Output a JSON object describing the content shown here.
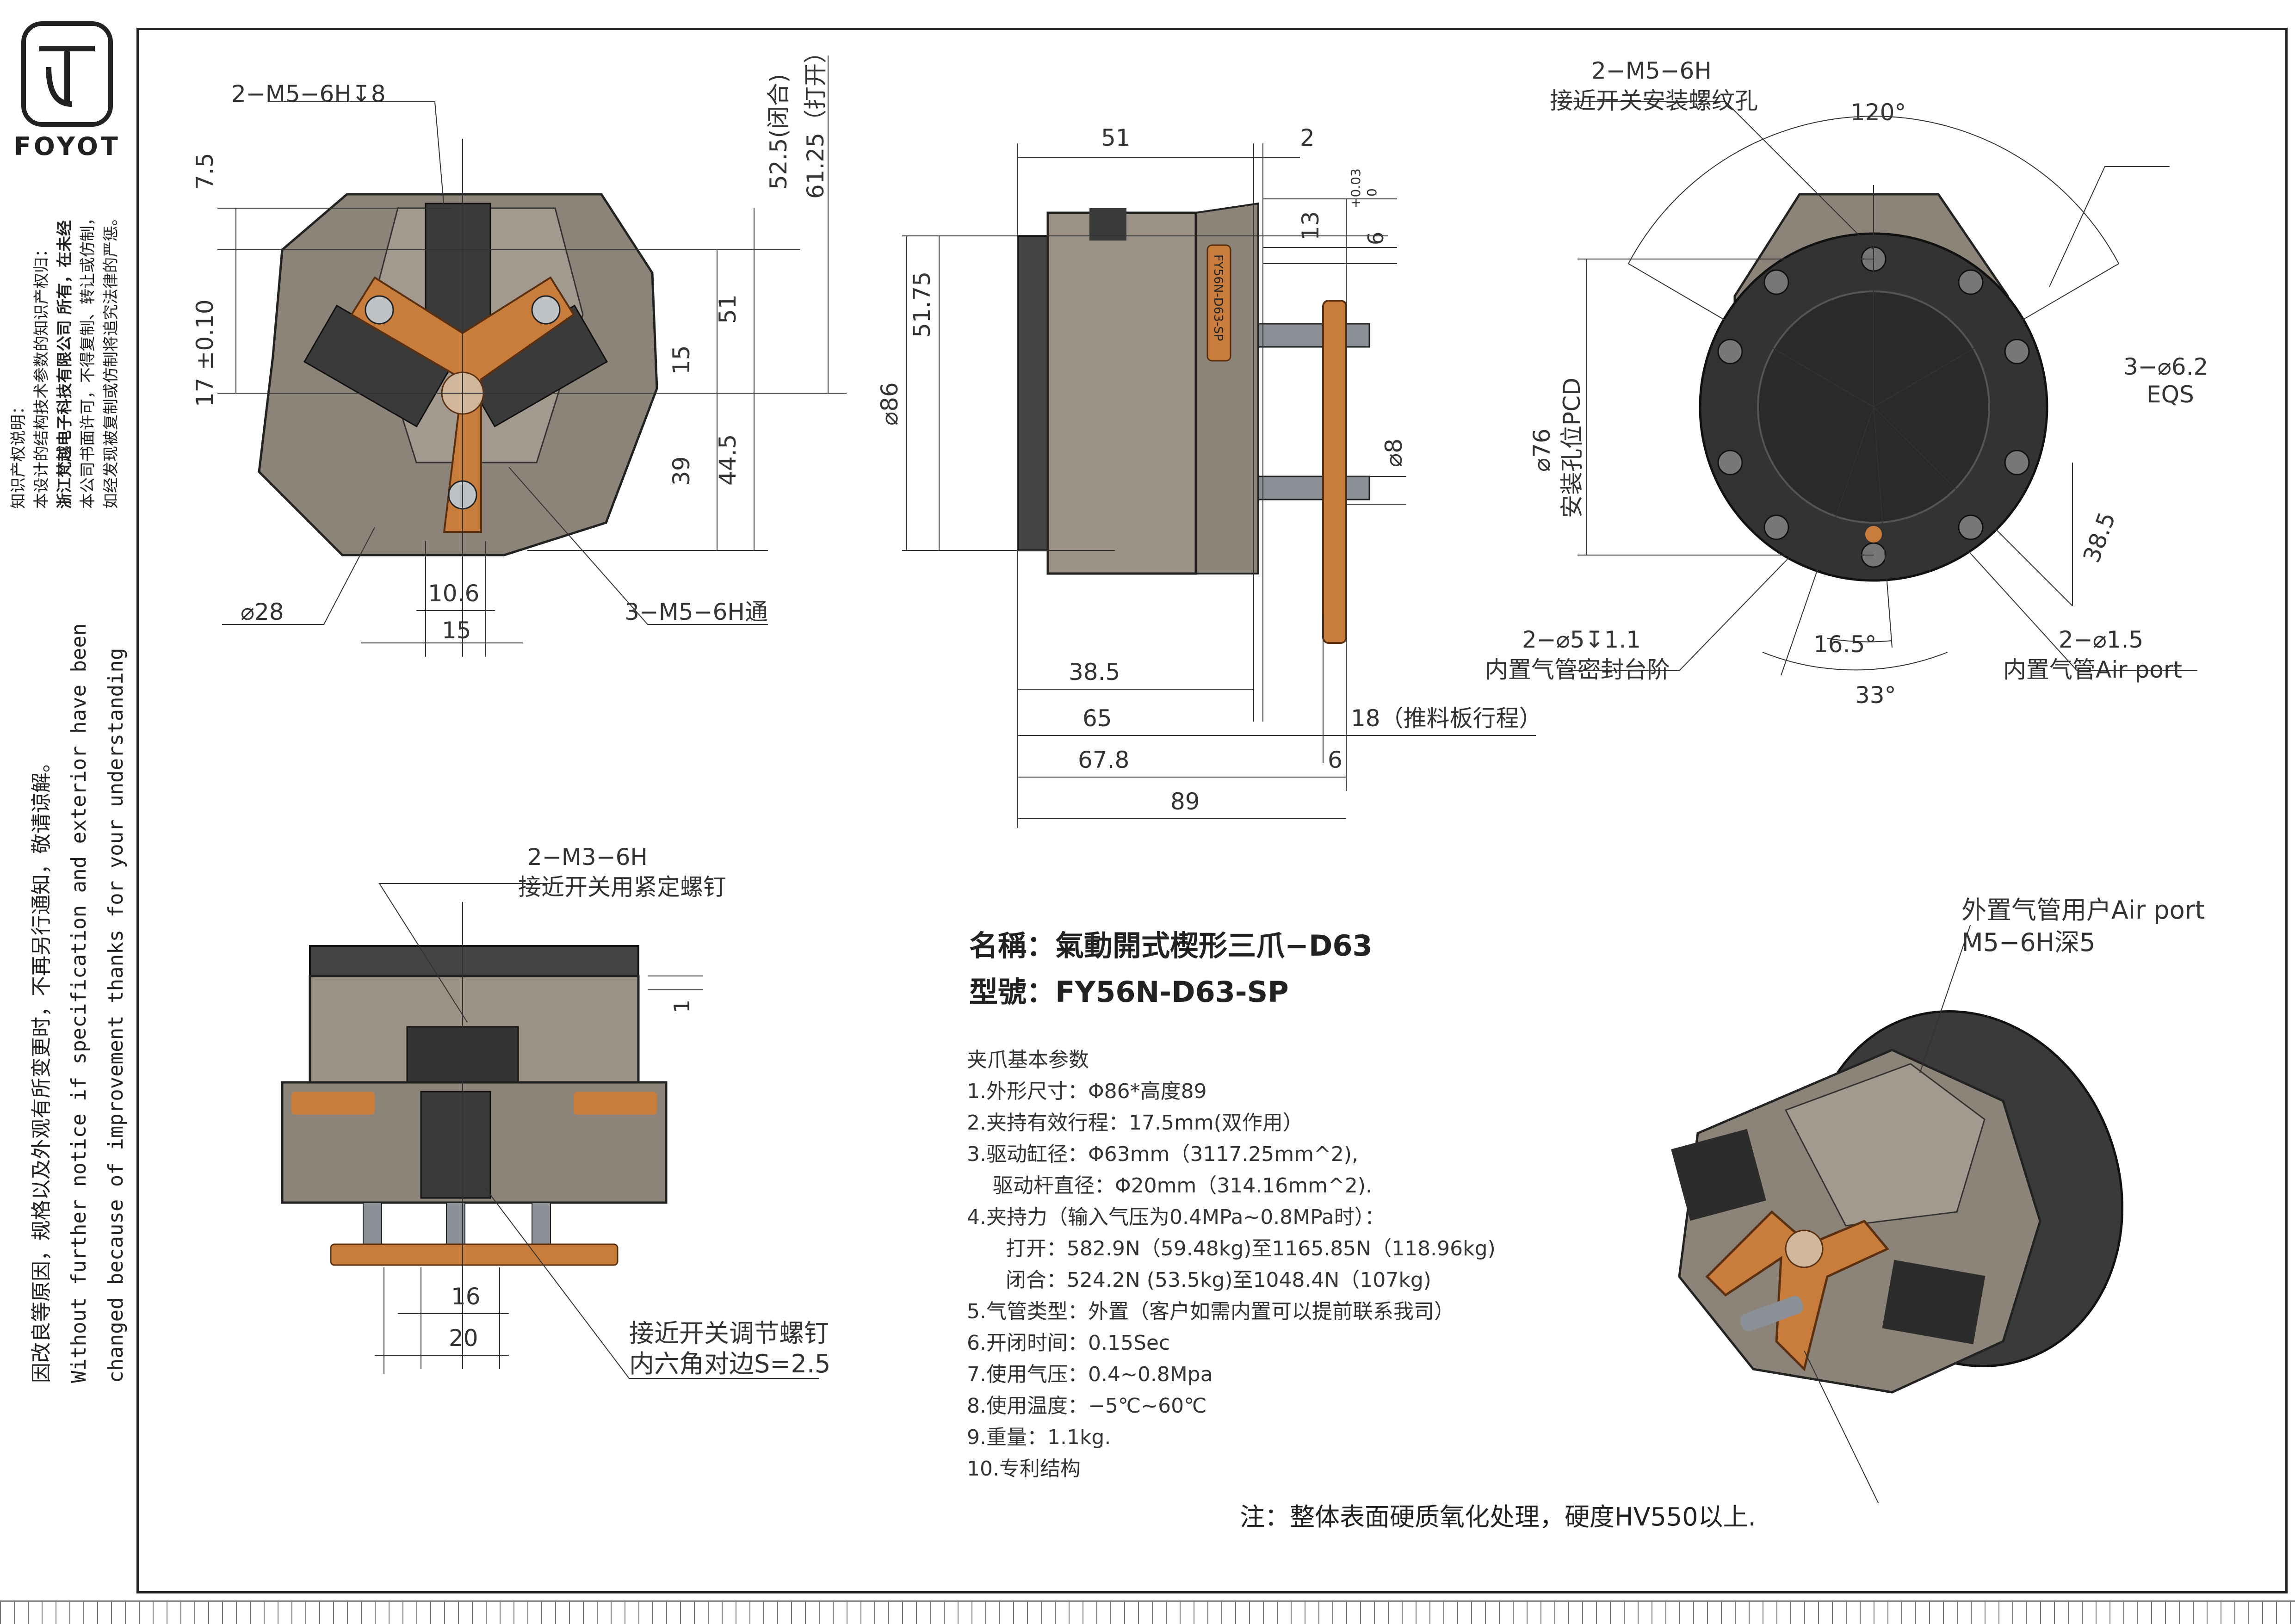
{
  "brand": {
    "logo_text": "FOYOT"
  },
  "side_notes": {
    "ip_title": "知识产权说明：",
    "ip_lines": [
      "本设计的结构技术参数的知识产权归：",
      "浙江梵越电子科技有限公司 所有，在未经",
      "本公司书面许可，不得复制、转让或仿制，",
      "如经发现被复制或仿制将追究法律的严惩。"
    ],
    "notice_cn": "因改良等原因，规格以及外观有所变更时，不再另行通知，敬请谅解。",
    "notice_en_1": "Without further  notice if specification and exterior have been",
    "notice_en_2": "changed because of improvement thanks for your understanding"
  },
  "front_view": {
    "thread_top": "2−M5−6H↧8",
    "dim_7_5": "7.5",
    "dim_17": "17  ±0.10",
    "dim_15_right": "15",
    "dim_39": "39",
    "dim_51": "51",
    "dim_44_5": "44.5",
    "dim_52_5": "52.5(闭合)",
    "dim_61_25": "61.25（打开）",
    "dim_phi28": "⌀28",
    "dim_10_6": "10.6",
    "dim_15_bottom": "15",
    "thread_bottom": "3−M5−6H通"
  },
  "side_view": {
    "dim_51": "51",
    "dim_2": "2",
    "dim_13": "13",
    "dim_6_tol": "6",
    "tol_upper": "+0.03",
    "tol_lower": "0",
    "dim_51_75": "51.75",
    "dim_phi86": "⌀86",
    "dim_phi8": "⌀8",
    "dim_38_5": "38.5",
    "dim_65": "65",
    "dim_18": "18（推料板行程）",
    "dim_67_8": "67.8",
    "dim_6": "6",
    "dim_89": "89",
    "plate_label": "FY56N-D63-SP"
  },
  "back_view": {
    "thread_label_1": "2−M5−6H",
    "thread_label_2": "接近开关安装螺纹孔",
    "angle_120": "120°",
    "pcd_1": "⌀76",
    "pcd_2": "安装孔位PCD",
    "holes_1": "3−⌀6.2",
    "holes_2": "EQS",
    "dim_38_5": "38.5",
    "seal_1": "2−⌀5↧1.1",
    "seal_2": "内置气管密封台阶",
    "angle_16_5": "16.5°",
    "angle_33": "33°",
    "air_1": "2−⌀1.5",
    "air_2": "内置气管Air  port"
  },
  "bottom_view": {
    "thread_1": "2−M3−6H",
    "thread_2": "接近开关用紧定螺钉",
    "dim_1": "1",
    "dim_16": "16",
    "dim_20": "20",
    "adj_1": "接近开关调节螺钉",
    "adj_2": "内六角对边S=2.5"
  },
  "iso_view": {
    "port_1": "外置气管用户Air  port",
    "port_2": "M5−6H深5"
  },
  "title": {
    "name": "名稱：氣動開式楔形三爪−D63",
    "model": "型號：FY56N-D63-SP"
  },
  "params": {
    "heading": "夹爪基本参数",
    "lines": [
      "1.外形尺寸：Φ86*高度89",
      "2.夹持有效行程：17.5mm(双作用）",
      "3.驱动缸径：Φ63mm（3117.25mm^2),",
      "    驱动杆直径：Φ20mm（314.16mm^2).",
      "4.夹持力（输入气压为0.4MPa~0.8MPa时）：",
      "      打开：582.9N（59.48kg)至1165.85N（118.96kg)",
      "      闭合：524.2N (53.5kg)至1048.4N（107kg)",
      "5.气管类型：外置（客户如需内置可以提前联系我司）",
      "6.开闭时间：0.15Sec",
      "7.使用气压：0.4~0.8Mpa",
      "8.使用温度：−5℃~60℃",
      "9.重量：1.1kg.",
      "10.专利结构"
    ]
  },
  "note": "注：整体表面硬质氧化处理，硬度HV550以上.",
  "colors": {
    "body": "#8c8478",
    "orange": "#c87d3c",
    "dark": "#2a2a2a"
  }
}
